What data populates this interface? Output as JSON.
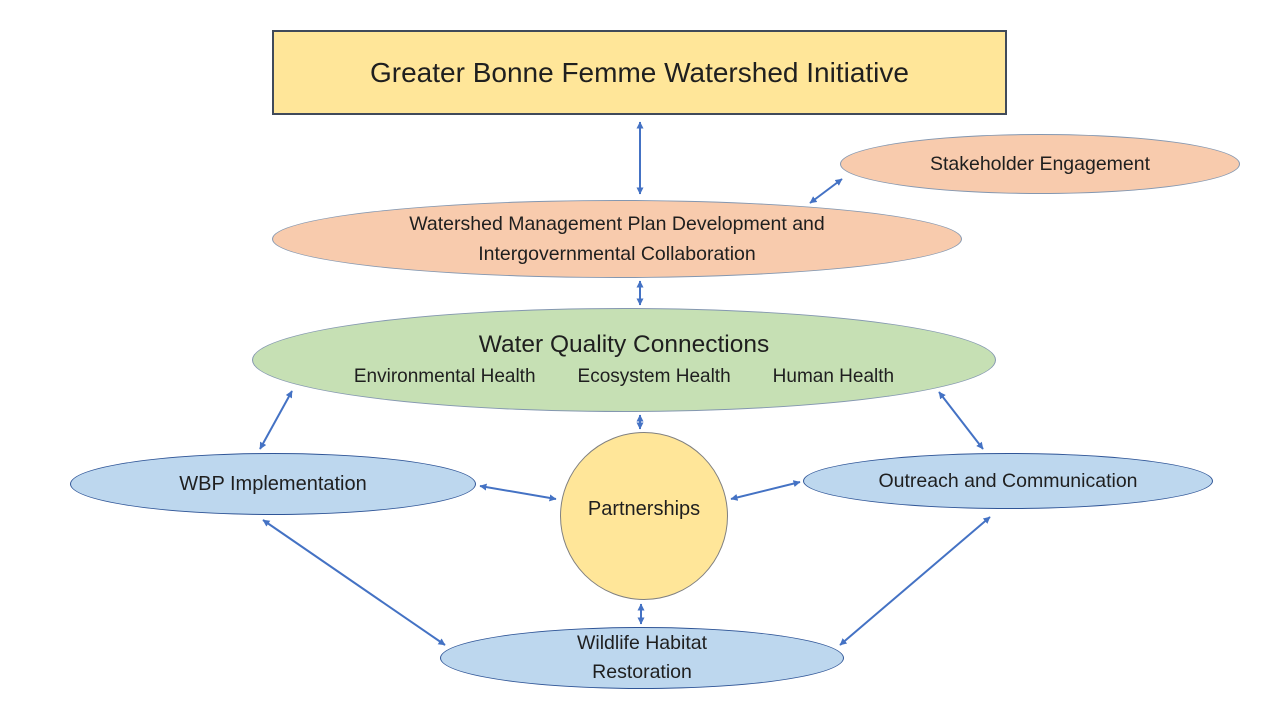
{
  "diagram": {
    "title": "Greater Bonne Femme Watershed Initiative",
    "nodes": {
      "initiative": {
        "label": "Greater Bonne Femme Watershed Initiative",
        "shape": "rectangle",
        "fill": "#FFE699",
        "border": "#404A5A"
      },
      "stakeholder": {
        "label": "Stakeholder Engagement",
        "shape": "ellipse",
        "fill": "#F8CBAD",
        "border": "#8497B0"
      },
      "wmp": {
        "line1": "Watershed Management Plan Development and",
        "line2": "Intergovernmental Collaboration",
        "shape": "ellipse",
        "fill": "#F8CBAD",
        "border": "#8497B0"
      },
      "wqc": {
        "label": "Water Quality Connections",
        "sub": [
          "Environmental Health",
          "Ecosystem Health",
          "Human Health"
        ],
        "shape": "ellipse",
        "fill": "#C6E0B4",
        "border": "#8497B0"
      },
      "wbp": {
        "label": "WBP Implementation",
        "shape": "ellipse",
        "fill": "#BDD7EE",
        "border": "#2F5597"
      },
      "partnerships": {
        "label": "Partnerships",
        "shape": "circle",
        "fill": "#FFE699",
        "border": "#808080"
      },
      "outreach": {
        "label": "Outreach and Communication",
        "shape": "ellipse",
        "fill": "#BDD7EE",
        "border": "#2F5597"
      },
      "wildlife": {
        "line1": "Wildlife Habitat",
        "line2": "Restoration",
        "shape": "ellipse",
        "fill": "#BDD7EE",
        "border": "#2F5597"
      }
    },
    "edges": [
      {
        "from": "initiative",
        "to": "wmp",
        "bidirectional": true
      },
      {
        "from": "wmp",
        "to": "stakeholder",
        "bidirectional": true
      },
      {
        "from": "wmp",
        "to": "wqc",
        "bidirectional": true
      },
      {
        "from": "wqc",
        "to": "wbp",
        "bidirectional": true
      },
      {
        "from": "wqc",
        "to": "partnerships",
        "bidirectional": true
      },
      {
        "from": "wqc",
        "to": "outreach",
        "bidirectional": true
      },
      {
        "from": "wbp",
        "to": "partnerships",
        "bidirectional": true
      },
      {
        "from": "partnerships",
        "to": "outreach",
        "bidirectional": true
      },
      {
        "from": "partnerships",
        "to": "wildlife",
        "bidirectional": true
      },
      {
        "from": "wbp",
        "to": "wildlife",
        "bidirectional": true
      },
      {
        "from": "outreach",
        "to": "wildlife",
        "bidirectional": true
      }
    ],
    "colors": {
      "arrow": "#4472C4",
      "yellow_fill": "#FFE699",
      "peach_fill": "#F8CBAD",
      "green_fill": "#C6E0B4",
      "blue_fill": "#BDD7EE",
      "text": "#1f1f1f"
    }
  }
}
